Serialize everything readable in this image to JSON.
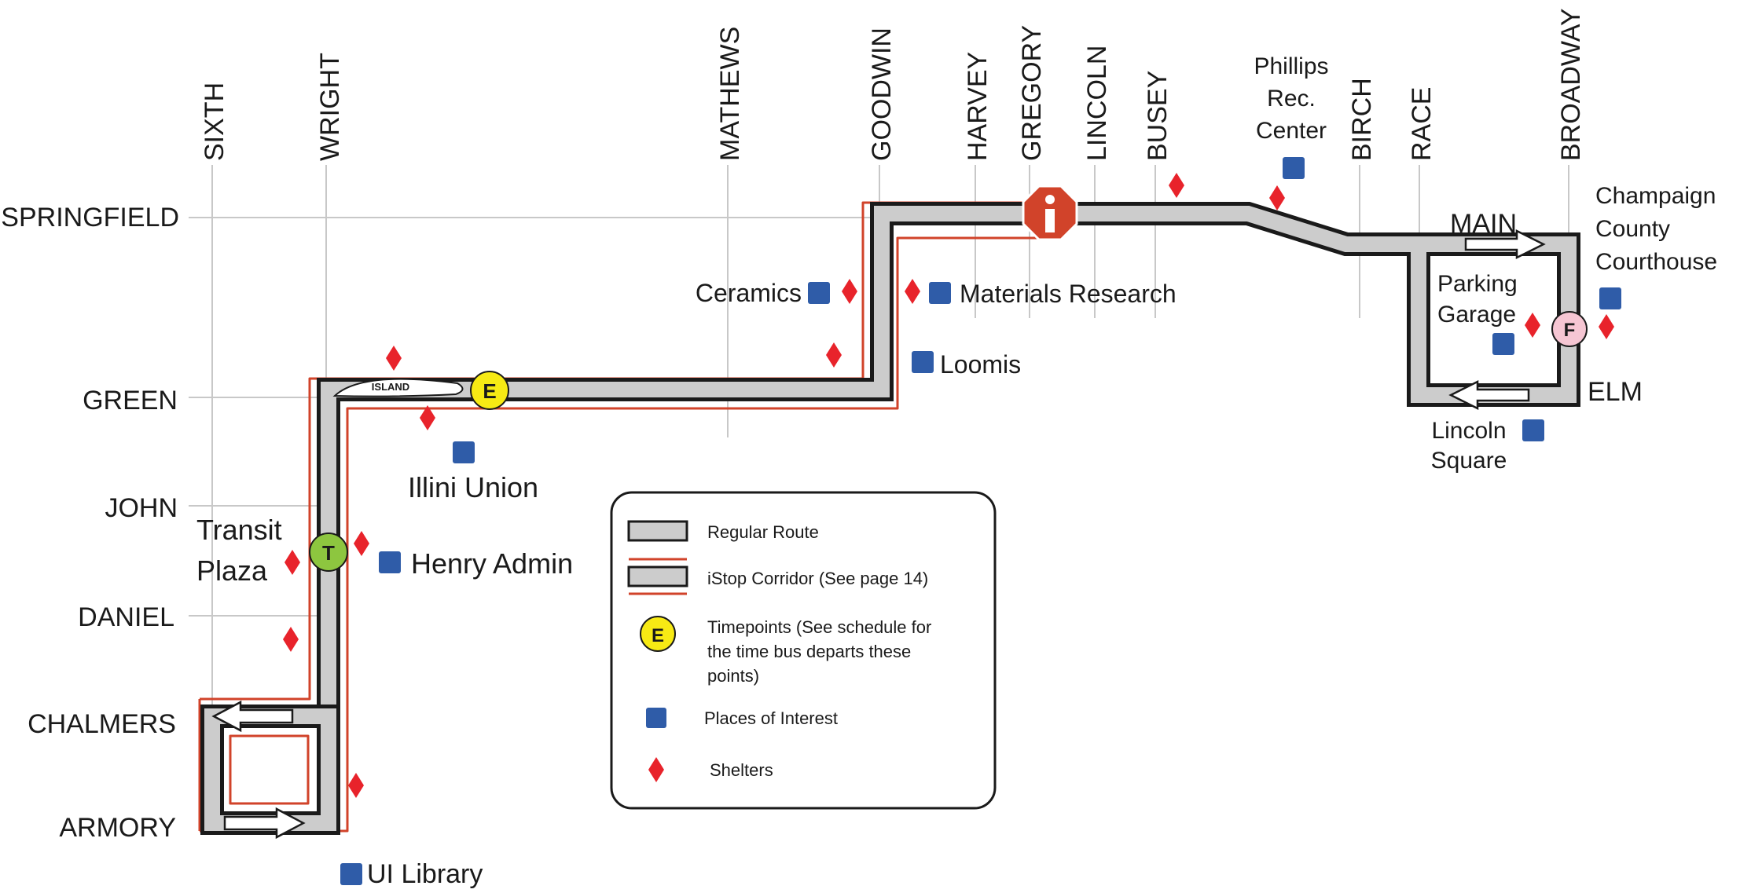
{
  "streets": {
    "vertical": [
      "SIXTH",
      "WRIGHT",
      "MATHEWS",
      "GOODWIN",
      "HARVEY",
      "GREGORY",
      "LINCOLN",
      "BUSEY",
      "BIRCH",
      "RACE",
      "BROADWAY"
    ],
    "horizontal": [
      "SPRINGFIELD",
      "GREEN",
      "JOHN",
      "DANIEL",
      "CHALMERS",
      "ARMORY"
    ],
    "main": "MAIN",
    "elm": "ELM",
    "island": "ISLAND"
  },
  "places": {
    "phillips": [
      "Phillips",
      "Rec.",
      "Center"
    ],
    "champaign": [
      "Champaign",
      "County",
      "Courthouse"
    ],
    "parking": [
      "Parking",
      "Garage"
    ],
    "lincoln_square": [
      "Lincoln",
      "Square"
    ],
    "ceramics": "Ceramics",
    "materials": "Materials Research",
    "loomis": "Loomis",
    "illini_union": "Illini Union",
    "transit_plaza": [
      "Transit",
      "Plaza"
    ],
    "henry_admin": "Henry Admin",
    "ui_library": "UI Library"
  },
  "timepoints": {
    "e": "E",
    "t": "T",
    "f": "F"
  },
  "legend": {
    "regular_route": "Regular Route",
    "istop_corridor": "iStop Corridor (See page 14)",
    "timepoints": [
      "Timepoints (See schedule for",
      "the time bus departs these",
      "points)"
    ],
    "timepoint_symbol": "E",
    "places": "Places of  Interest",
    "shelters": "Shelters"
  },
  "colors": {
    "route_fill": "#cccccc",
    "route_outline": "#1a1a1a",
    "corridor": "#d1432a",
    "poi": "#2f5ca8",
    "shelter": "#e8232b",
    "timepoint_e": "#f7ea14",
    "timepoint_t": "#8dc63f",
    "timepoint_f": "#f6c6d3",
    "istop": "#d1432a",
    "street_line": "#c8c8c8"
  }
}
